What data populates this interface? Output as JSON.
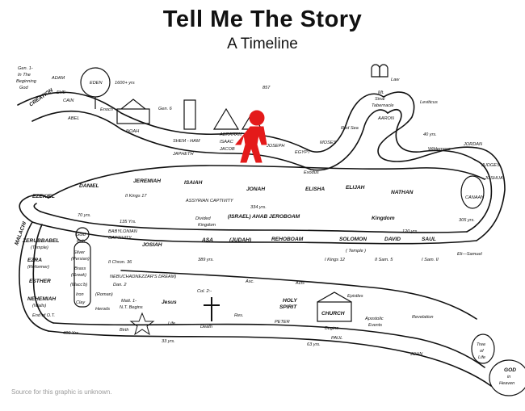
{
  "title": "Tell Me The Story",
  "subtitle": "A Timeline",
  "source_note": "Source for this graphic is unknown.",
  "colors": {
    "ink": "#111111",
    "figure": "#e41a1a",
    "background": "#ffffff"
  },
  "labels": {
    "gen1": [
      "Gen. 1-",
      "In The",
      "Beginning",
      "God"
    ],
    "creation": "CREATION",
    "adam": "ADAM",
    "eve": "EVE",
    "cain": "CAIN",
    "abel": "ABEL",
    "eden": "EDEN",
    "yrs1600": "1600+ yrs",
    "enoch": "Enoch",
    "noah": "NOAH",
    "gen6": "Gen. 6",
    "shem_ham": "SHEM - HAM",
    "japheth": "JAPHETH",
    "abraham": "ABRAHAM",
    "isaac": "ISAAC",
    "jacob": "JACOB",
    "joseph": "JOSEPH",
    "egypt": "EGYPT",
    "moses": "MOSES",
    "yrs857": "857",
    "law": "Law",
    "mt_sinai": [
      "Mt.",
      "Sinai",
      "Tabernacle"
    ],
    "leviticus": "Leviticus",
    "aaron": "AARON",
    "red_sea": "Red Sea",
    "exodus": "Exodus",
    "yrs40": "40 yrs.",
    "wilderness": "Wilderness",
    "jordan": "JORDAN",
    "joshua": "JOSHUA",
    "judges": "JUDGES",
    "canaan": "CANAAN",
    "ezekiel": "EZEKIEL",
    "daniel": "DANIEL",
    "jeremiah": "JEREMIAH",
    "isaiah": "ISAIAH",
    "jonah": "JONAH",
    "elisha": "ELISHA",
    "elijah": "ELIJAH",
    "nathan": "NATHAN",
    "kings17": "II Kings 17",
    "assyrian": "ASSYRIAN CAPTIVITY",
    "yrs334": "334 yrs.",
    "divided_kingdom": [
      "Divided",
      "Kingdom"
    ],
    "israel_ahab": "(ISRAEL) AHAB JEROBOAM",
    "kingdom": "Kingdom",
    "yrs120": "120 yrs.",
    "yrs305": "305 yrs.",
    "yrs70": "70 yrs.",
    "yrs135": "135 Yrs.",
    "babylonian": [
      "BABYLONIAN",
      "CAPTIVITY"
    ],
    "malachi": "MALACHI",
    "zerubbabel": [
      "ZERUBBABEL",
      "(Temple)"
    ],
    "ezra": [
      "EZRA",
      "(Reformer)"
    ],
    "esther": "ESTHER",
    "nehemiah": [
      "NEHEMIAH",
      "(Walls)"
    ],
    "end_ot": "End of O.T.",
    "josiah": "JOSIAH",
    "asa": "ASA",
    "judah": "(JUDAH)",
    "rehoboam": "REHOBOAM",
    "solomon": "SOLOMON",
    "david": "DAVID",
    "saul": "SAUL",
    "eli_samuel": "Eli—Samuel",
    "temple": "( Temple )",
    "kings12": "I Kings 12",
    "sam5": "II Sam. 5",
    "sam11": "I Sam. II",
    "yrs389": "389 yrs.",
    "chron36": "II Chron. 36",
    "dream": "NEBUCHADNEZZAR'S DREAM)",
    "dan2": "Dan. 2",
    "statue": [
      "Gold",
      "Bab.",
      "Silver",
      "(Persian)",
      "Brass",
      "(Greek)",
      "(Macc'b)",
      "Iron",
      "Clay",
      "(Roman)"
    ],
    "herods": "Herods",
    "yrs400": "400 Yrs.",
    "matt1": "Matt. 1-",
    "nt_begins": "N.T. Begins",
    "jesus": "Jesus",
    "birth": "Birth",
    "life": "Life",
    "col2": "Col. 2:-",
    "death": "Death",
    "res": "Res.",
    "asc": "Asc.",
    "acts": "Acts",
    "holy_spirit": [
      "HOLY",
      "SPIRIT"
    ],
    "church": "CHURCH",
    "begins": "Begins",
    "peter": "PETER",
    "paul": "PAUL",
    "epistles": "Epistles",
    "apostolic": [
      "Apostolic",
      "Events"
    ],
    "revelation": "Revelation",
    "tree_of_life": [
      "Tree",
      "of",
      "Life"
    ],
    "yrs33": "33 yrs.",
    "yrs63": "63 yrs.",
    "john": "JOHN",
    "god_heaven": [
      "GOD",
      "in",
      "Heaven"
    ]
  }
}
